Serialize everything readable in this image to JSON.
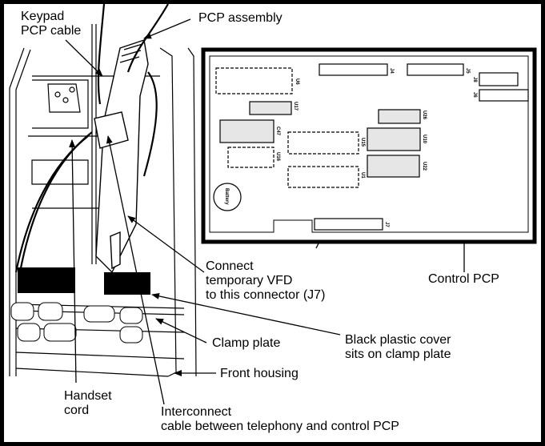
{
  "figure": {
    "title": "Telephone PCP assembly and Control PCP layout",
    "callouts": {
      "keypad_pcp_cable": [
        "Keypad",
        "PCP cable"
      ],
      "pcp_assembly": "PCP assembly",
      "connect_vfd": [
        "Connect",
        "temporary VFD",
        "to this connector (J7)"
      ],
      "control_pcp": "Control PCP",
      "clamp_plate": "Clamp plate",
      "black_plastic_cover": [
        "Black plastic cover",
        "sits on clamp plate"
      ],
      "front_housing": "Front housing",
      "handset_cord": [
        "Handset",
        "cord"
      ],
      "interconnect_cable": [
        "Interconnect",
        "cable between telephony and control PCP"
      ]
    },
    "pcb": {
      "chips": [
        "U6",
        "U17",
        "C47",
        "U16",
        "U15",
        "U1",
        "U26",
        "U10",
        "U22"
      ],
      "connectors": [
        "J4",
        "J5",
        "J8",
        "J6",
        "J7"
      ],
      "battery": "Battery"
    },
    "colors": {
      "ink": "#000000",
      "chip_fill": "#e6e6e6",
      "background": "#ffffff"
    }
  }
}
